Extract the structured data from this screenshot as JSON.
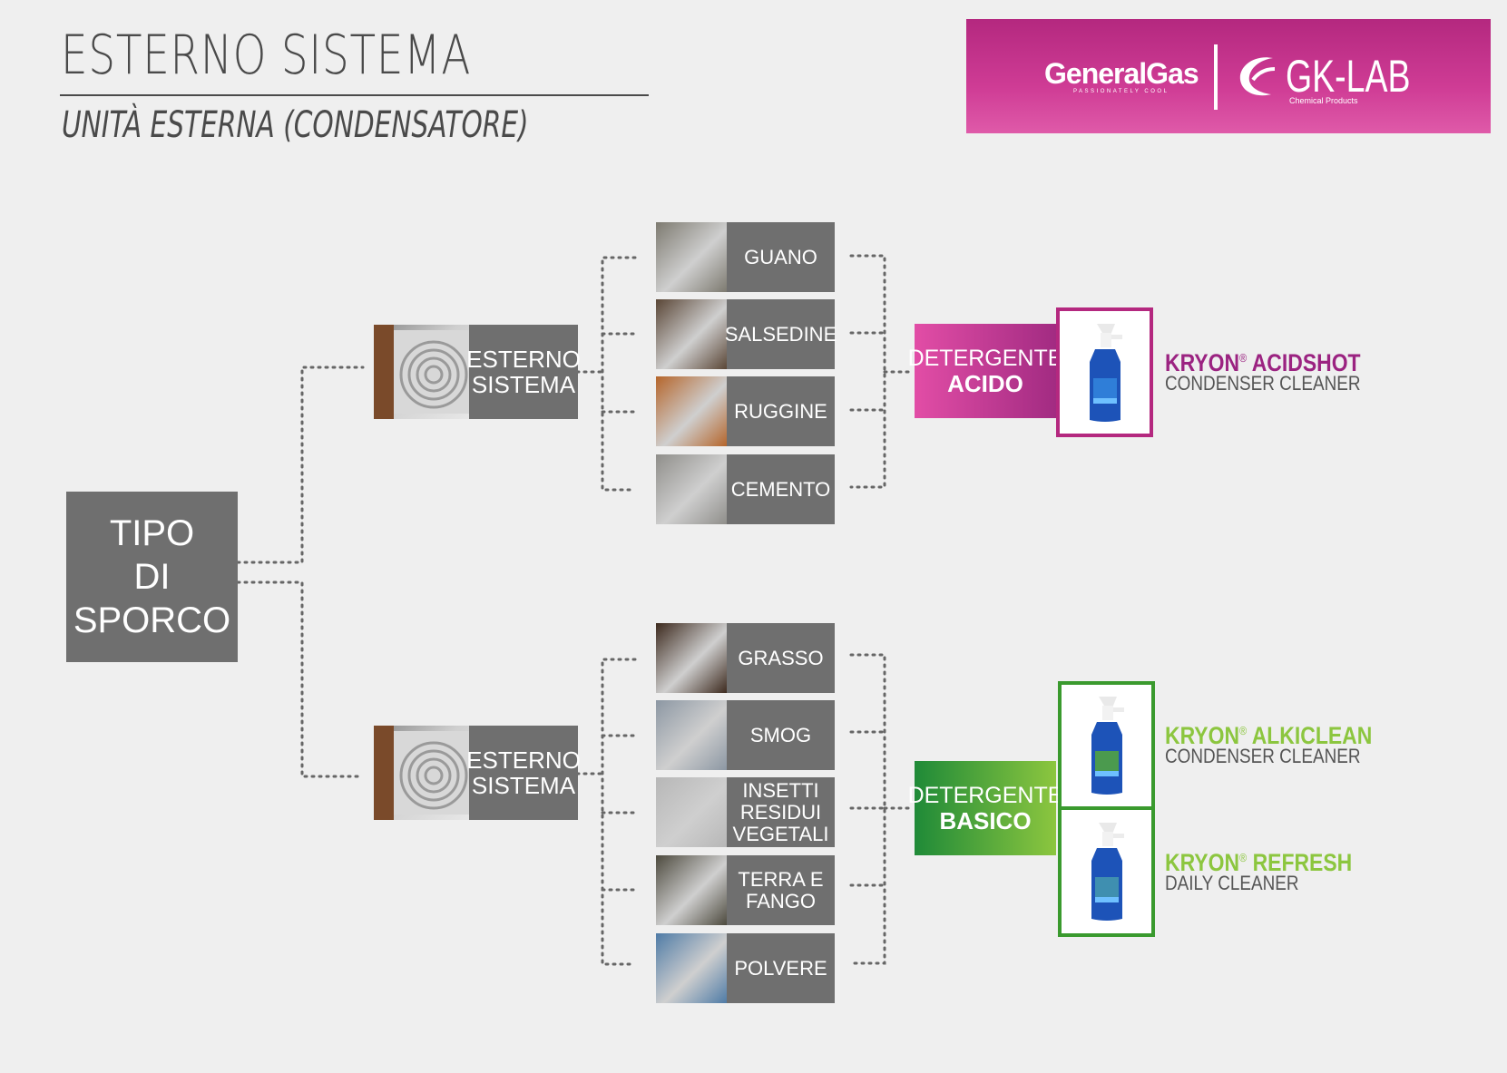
{
  "header": {
    "title": "ESTERNO SISTEMA",
    "subtitle": "UNITÀ ESTERNA (CONDENSATORE)"
  },
  "brand": {
    "generalgas": "GeneralGas",
    "tagline": "PASSIONATELY COOL",
    "gklab": "GK-LAB",
    "chemical": "Chemical Products",
    "background_color": "#c03389"
  },
  "root": {
    "label": "TIPO\nDI\nSPORCO"
  },
  "systems": [
    {
      "label": "ESTERNO\nSISTEMA"
    },
    {
      "label": "ESTERNO\nSISTEMA"
    }
  ],
  "acid_dirt": [
    {
      "label": "GUANO",
      "thumb_color": "#7d7a70"
    },
    {
      "label": "SALSEDINE",
      "thumb_color": "#5a4636"
    },
    {
      "label": "RUGGINE",
      "thumb_color": "#b5652b"
    },
    {
      "label": "CEMENTO",
      "thumb_color": "#8f8e8a"
    }
  ],
  "basic_dirt": [
    {
      "label": "GRASSO",
      "thumb_color": "#3d2a1e"
    },
    {
      "label": "SMOG",
      "thumb_color": "#8c97a3"
    },
    {
      "label": "INSETTI\nRESIDUI\nVEGETALI",
      "thumb_color": "#b7b7b7"
    },
    {
      "label": "TERRA E\nFANGO",
      "thumb_color": "#4d4a3e"
    },
    {
      "label": "POLVERE",
      "thumb_color": "#4f7ba6"
    }
  ],
  "detergents": {
    "acid": {
      "line1": "DETERGENTE",
      "line2": "ACIDO",
      "color": "#c33a95"
    },
    "basic": {
      "line1": "DETERGENTE",
      "line2": "BASICO",
      "color": "#4aa536"
    }
  },
  "products": [
    {
      "brand": "KRYON",
      "reg": "®",
      "name": "ACIDSHOT",
      "desc": "CONDENSER CLEANER",
      "color": "#9b2381"
    },
    {
      "brand": "KRYON",
      "reg": "®",
      "name": "ALKICLEAN",
      "desc": "CONDENSER CLEANER",
      "color": "#8cc63f"
    },
    {
      "brand": "KRYON",
      "reg": "®",
      "name": "REFRESH",
      "desc": "DAILY CLEANER",
      "color": "#8cc63f"
    }
  ]
}
